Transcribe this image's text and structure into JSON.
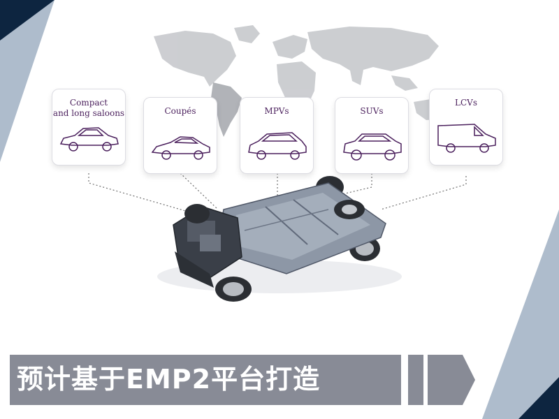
{
  "platform_cards": [
    {
      "label": "Compact\nand long saloons",
      "icon": "compact-car-icon"
    },
    {
      "label": "Coupés",
      "icon": "coupe-car-icon"
    },
    {
      "label": "MPVs",
      "icon": "mpv-car-icon"
    },
    {
      "label": "SUVs",
      "icon": "suv-car-icon"
    },
    {
      "label": "LCVs",
      "icon": "lcv-van-icon"
    }
  ],
  "caption": {
    "text": "预计基于EMP2平台打造"
  },
  "colors": {
    "label_purple": "#4a1f5c",
    "corner_navy": "#0d2540",
    "corner_steel": "#aebccc",
    "caption_gray": "#888b96",
    "map_gray": "#c4c6ca"
  }
}
